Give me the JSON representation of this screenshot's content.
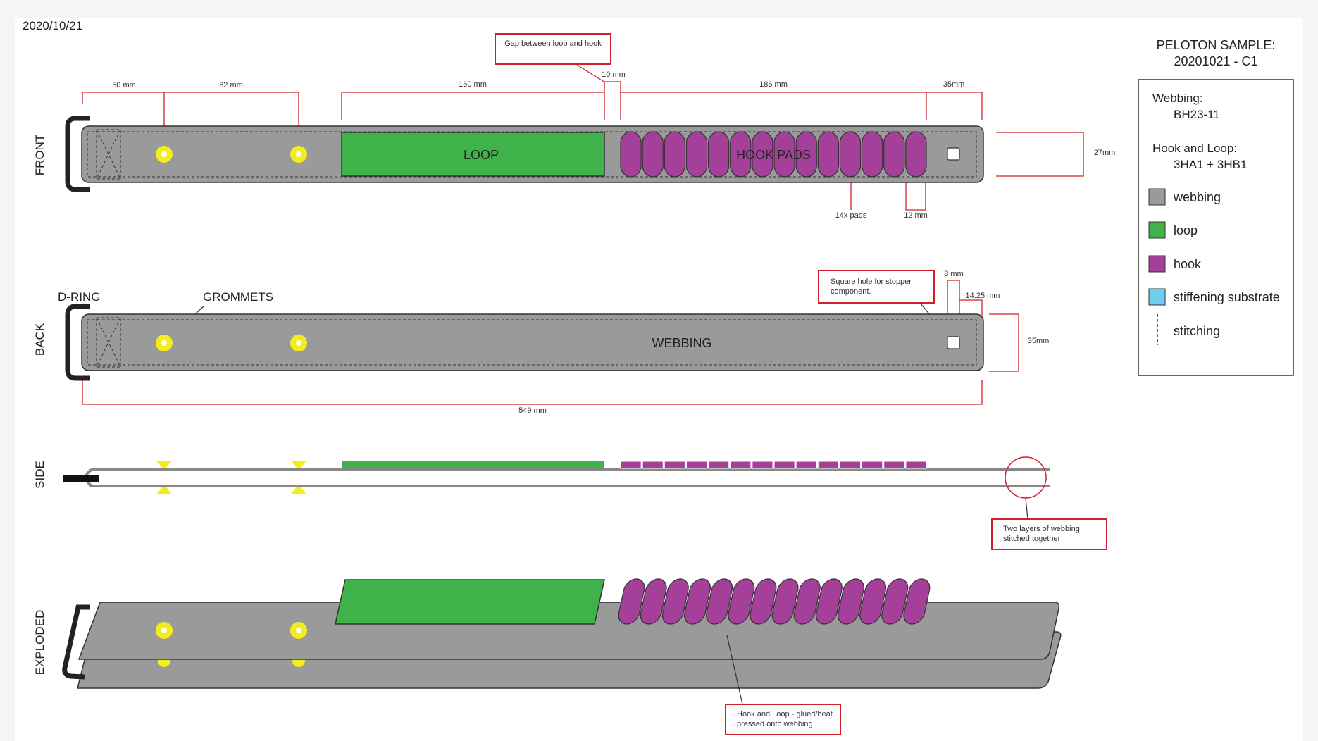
{
  "date": "2020/10/21",
  "title": {
    "line1": "PELOTON SAMPLE:",
    "line2": "20201021 - C1"
  },
  "legend": {
    "webbing_label": "Webbing:",
    "webbing_value": "BH23-11",
    "hookloop_label": "Hook and Loop:",
    "hookloop_value": "3HA1 + 3HB1",
    "items": [
      {
        "label": "webbing",
        "color": "#9a9a9a"
      },
      {
        "label": "loop",
        "color": "#3fb34a"
      },
      {
        "label": "hook",
        "color": "#a4409a"
      },
      {
        "label": "stiffening substrate",
        "color": "#6fcdf0"
      },
      {
        "label": "stitching"
      }
    ]
  },
  "views": {
    "front": "FRONT",
    "back": "BACK",
    "side": "SIDE",
    "exploded": "EXPLODED"
  },
  "front": {
    "loop_label": "LOOP",
    "hook_label": "HOOK PADS",
    "dim_50": "50 mm",
    "dim_82": "82 mm",
    "dim_160": "160 mm",
    "dim_10": "10 mm",
    "dim_186": "186 mm",
    "dim_35": "35mm",
    "dim_27": "27mm",
    "pads_note": "14x pads",
    "dim_12": "12 mm",
    "pad_count": 14
  },
  "back": {
    "dring": "D-RING",
    "grommets": "GROMMETS",
    "webbing": "WEBBING",
    "dim_8": "8 mm",
    "dim_1425": "14.25 mm",
    "dim_35": "35mm",
    "dim_549": "549 mm"
  },
  "callouts": {
    "gap_note": "Gap between loop and hook",
    "square_hole_line1": "Square hole for stopper",
    "square_hole_line2": "component.",
    "two_layers_line1": "Two layers of webbing",
    "two_layers_line2": "stitched together",
    "glued_line1": "Hook and Loop - glued/heat",
    "glued_line2": "pressed onto webbing"
  },
  "colors": {
    "webbing": "#9a9a9a",
    "loop": "#3fb34a",
    "hook": "#a4409a",
    "grommet": "#f5ec1c",
    "dim": "#d0202a"
  }
}
